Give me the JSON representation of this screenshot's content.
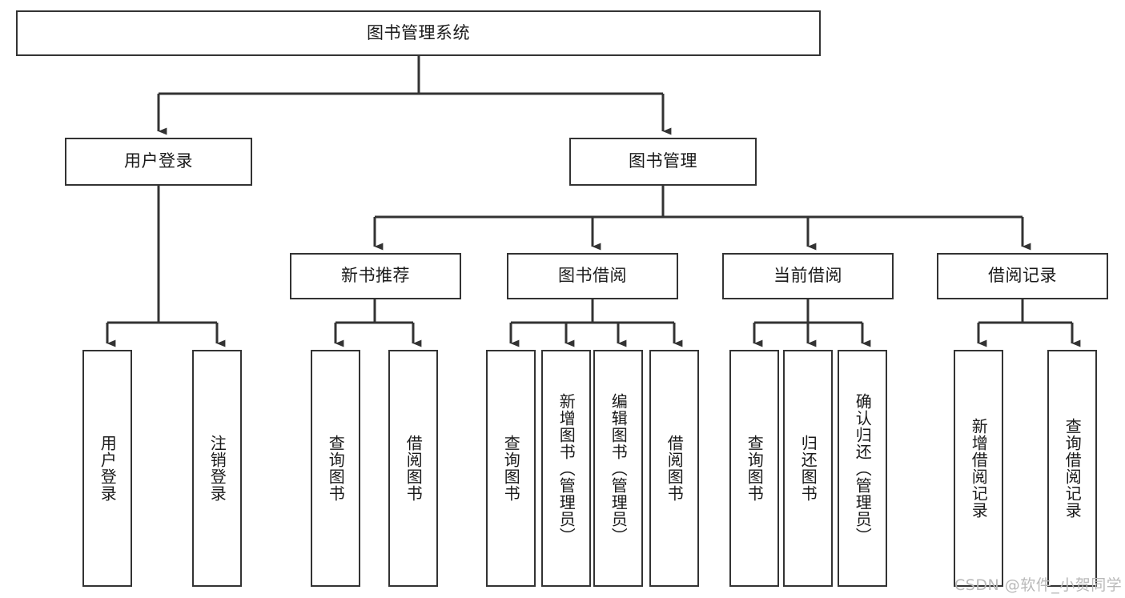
{
  "diagram": {
    "type": "tree-hierarchy",
    "title": "图书管理系统",
    "root": {
      "label": "图书管理系统"
    },
    "level2": [
      {
        "label": "用户登录"
      },
      {
        "label": "图书管理"
      }
    ],
    "level3": [
      {
        "label": "新书推荐"
      },
      {
        "label": "图书借阅"
      },
      {
        "label": "当前借阅"
      },
      {
        "label": "借阅记录"
      }
    ],
    "leaves": {
      "user_login": [
        {
          "label": "用户登录"
        },
        {
          "label": "注销登录"
        }
      ],
      "new_book_recommend": [
        {
          "label": "查询图书"
        },
        {
          "label": "借阅图书"
        }
      ],
      "book_borrow": [
        {
          "label": "查询图书"
        },
        {
          "label": "新增图书（管理员）"
        },
        {
          "label": "编辑图书（管理员）"
        },
        {
          "label": "借阅图书"
        }
      ],
      "current_borrow": [
        {
          "label": "查询图书"
        },
        {
          "label": "归还图书"
        },
        {
          "label": "确认归还（管理员）"
        }
      ],
      "borrow_record": [
        {
          "label": "新增借阅记录"
        },
        {
          "label": "查询借阅记录"
        }
      ]
    },
    "watermark": "CSDN @软件_小贺同学",
    "colors": {
      "stroke": "#333333",
      "fill": "#ffffff",
      "text": "#1a1a1a",
      "watermark": "#b9b9b9"
    }
  }
}
